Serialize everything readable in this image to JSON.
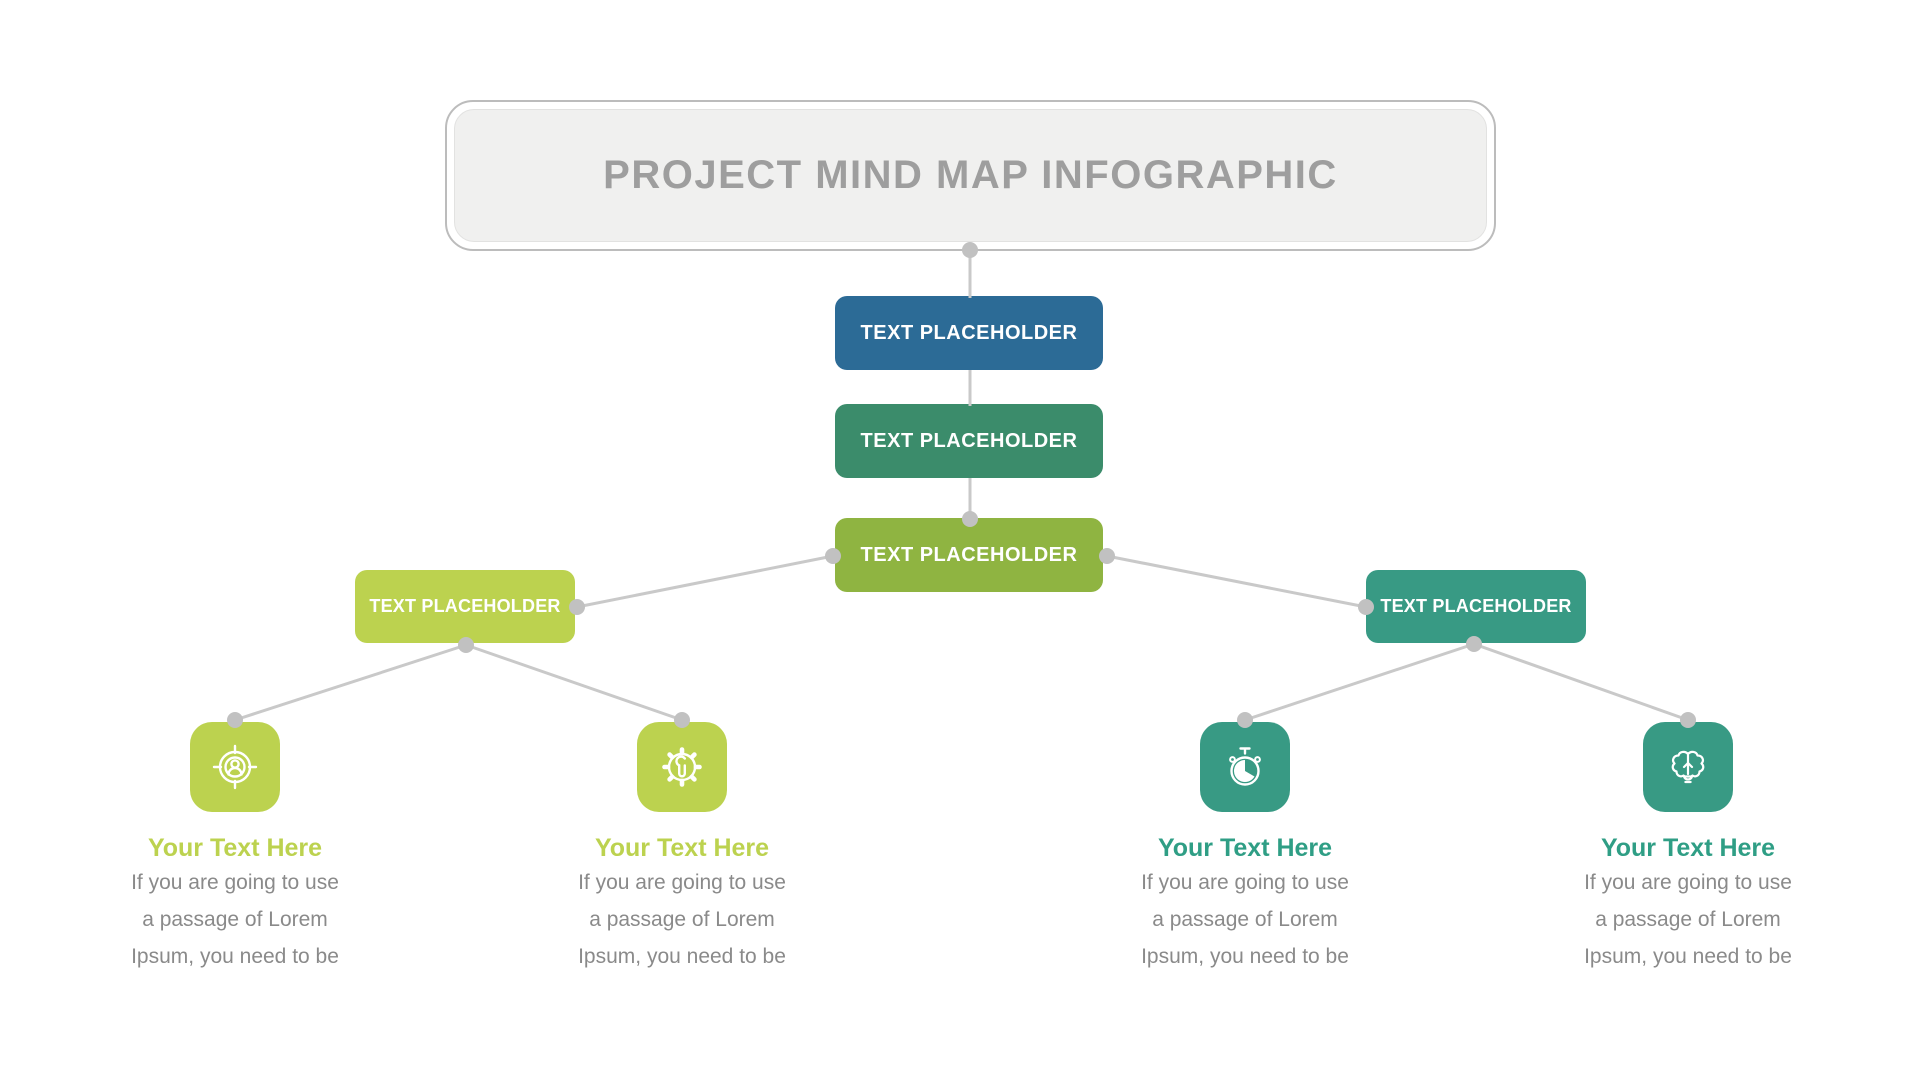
{
  "title": "PROJECT MIND MAP INFOGRAPHIC",
  "colors": {
    "level1_blue": "#2c6b96",
    "level2_green": "#3b8c6b",
    "level3_olive": "#8fb441",
    "branch_lime": "#bcd24f",
    "branch_teal": "#389a84",
    "connector_line": "#c9c9c9",
    "connector_dot": "#c1c1c1",
    "title_text": "#9e9e9e",
    "body_text": "#8a8a8a"
  },
  "chain": [
    {
      "label": "TEXT PLACEHOLDER",
      "color": "#2c6b96"
    },
    {
      "label": "TEXT PLACEHOLDER",
      "color": "#3b8c6b"
    },
    {
      "label": "TEXT PLACEHOLDER",
      "color": "#8fb441"
    }
  ],
  "branches": [
    {
      "label": "TEXT PLACEHOLDER",
      "color": "#bcd24f"
    },
    {
      "label": "TEXT PLACEHOLDER",
      "color": "#389a84"
    }
  ],
  "leaves": [
    {
      "icon": "target-audience-icon",
      "accent": "#bcd24f",
      "heading": "Your Text Here",
      "body_lines": [
        "If you are going to use",
        "a passage of Lorem",
        "Ipsum, you need to be"
      ]
    },
    {
      "icon": "gear-wrench-icon",
      "accent": "#bcd24f",
      "heading": "Your Text Here",
      "body_lines": [
        "If you are going to use",
        "a passage of Lorem",
        "Ipsum, you need to be"
      ]
    },
    {
      "icon": "stopwatch-icon",
      "accent": "#389a84",
      "heading": "Your Text Here",
      "body_lines": [
        "If you are going to use",
        "a passage of Lorem",
        "Ipsum, you need to be"
      ]
    },
    {
      "icon": "brain-idea-icon",
      "accent": "#389a84",
      "heading": "Your Text Here",
      "body_lines": [
        "If you are going to use",
        "a passage of Lorem",
        "Ipsum, you need to be"
      ]
    }
  ]
}
